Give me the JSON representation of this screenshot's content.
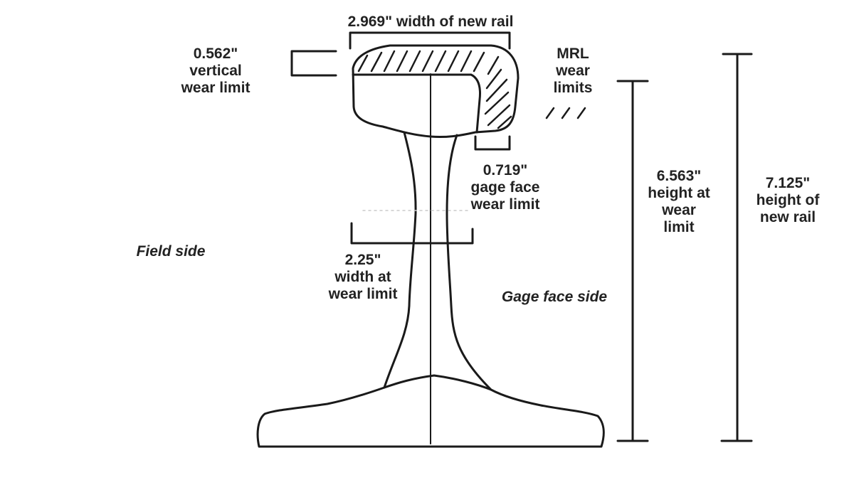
{
  "diagram": {
    "stroke_color": "#1a1a1a",
    "background": "#ffffff",
    "labels": {
      "width_new_rail": [
        "2.969\" width of new rail"
      ],
      "vertical_wear": [
        "0.562\"",
        "vertical",
        "wear limit"
      ],
      "mrl_wear": [
        "MRL",
        "wear",
        "limits"
      ],
      "mrl_hatch_sample": "///",
      "gage_face_wear": [
        "0.719\"",
        "gage face",
        "wear limit"
      ],
      "height_wear_limit": [
        "6.563\"",
        "height at",
        "wear",
        "limit"
      ],
      "height_new_rail": [
        "7.125\"",
        "height of",
        "new rail"
      ],
      "field_side": "Field side",
      "width_wear_limit": [
        "2.25\"",
        "width at",
        "wear limit"
      ],
      "gage_face_side": "Gage face side"
    }
  }
}
